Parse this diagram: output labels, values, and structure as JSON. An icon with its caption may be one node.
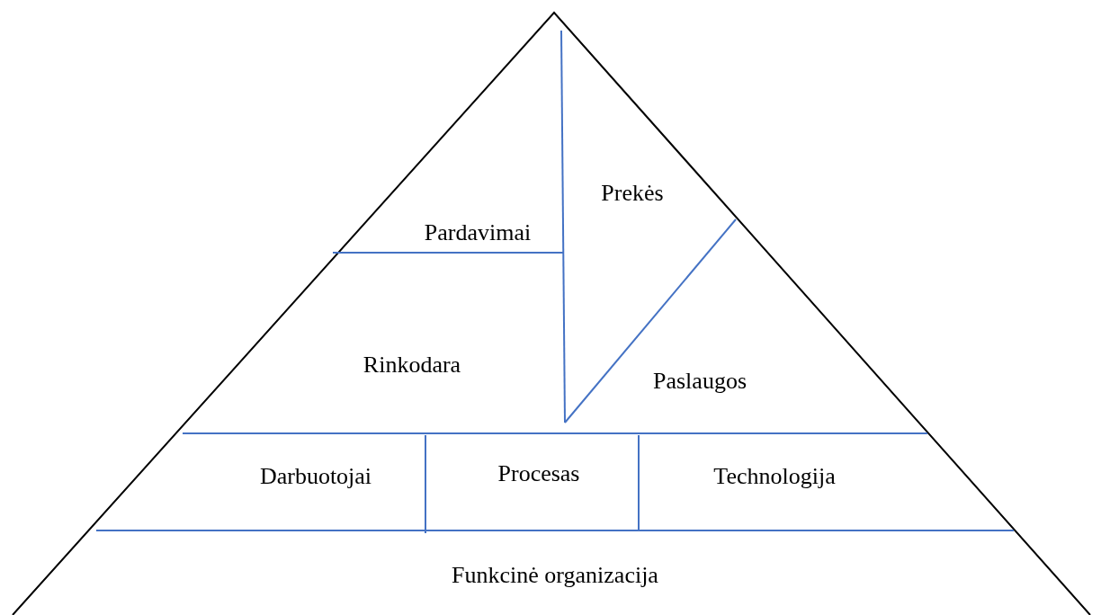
{
  "diagram": {
    "nodes": [
      {
        "text": [
          "Prekės"
        ]
      },
      {
        "text": [
          "Pardavimai"
        ]
      },
      {
        "text": [
          "Rinkodara"
        ]
      },
      {
        "text": [
          "Paslaugos"
        ]
      },
      {
        "text": [
          "Darbuotojai"
        ]
      },
      {
        "text": [
          "Procesas"
        ]
      },
      {
        "text": [
          "Technologija"
        ]
      },
      {
        "text": [
          "Funkcinė organizacija"
        ]
      }
    ]
  }
}
